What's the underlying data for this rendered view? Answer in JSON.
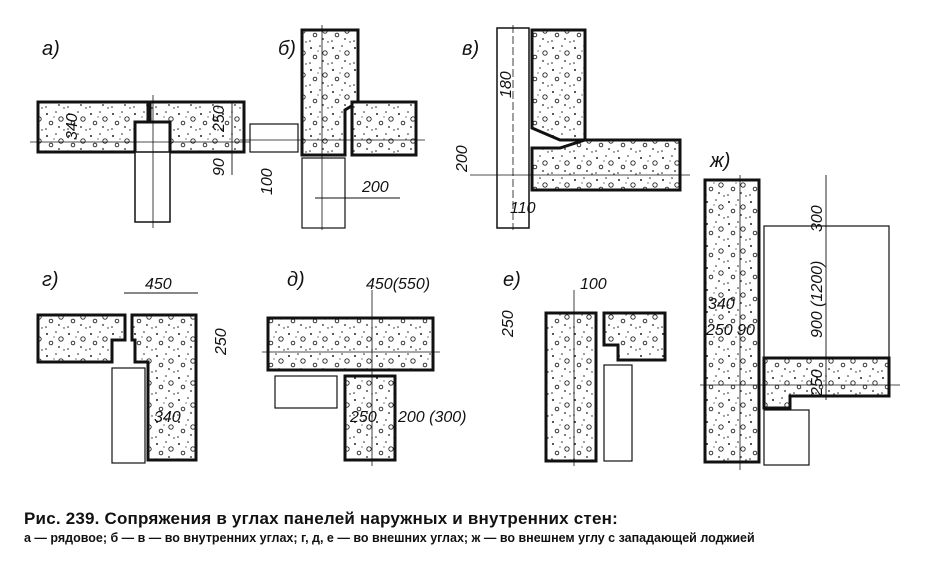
{
  "labels": {
    "a": "а)",
    "b": "б)",
    "v": "в)",
    "g": "г)",
    "d": "д)",
    "e": "е)",
    "zh": "ж)"
  },
  "dimensions": {
    "a_340": "340",
    "a_250": "250",
    "a_90": "90",
    "b_100": "100",
    "b_200": "200",
    "v_180": "180",
    "v_200": "200",
    "v_110": "110",
    "g_450": "450",
    "g_250": "250",
    "g_340": "340",
    "d_450": "450(550)",
    "d_250": "250",
    "d_200": "200 (300)",
    "e_100": "100",
    "e_250": "250",
    "zh_300": "300",
    "zh_900": "900 (1200)",
    "zh_340": "340",
    "zh_250_90": "250 90",
    "zh_250": "250"
  },
  "caption": {
    "title": "Рис. 239. Сопряжения в углах панелей наружных и внутренних стен:",
    "body": "а — рядовое; б — в — во внутренних углах; г, д, е — во внешних углах; ж — во внешнем углу с западающей лоджией"
  }
}
